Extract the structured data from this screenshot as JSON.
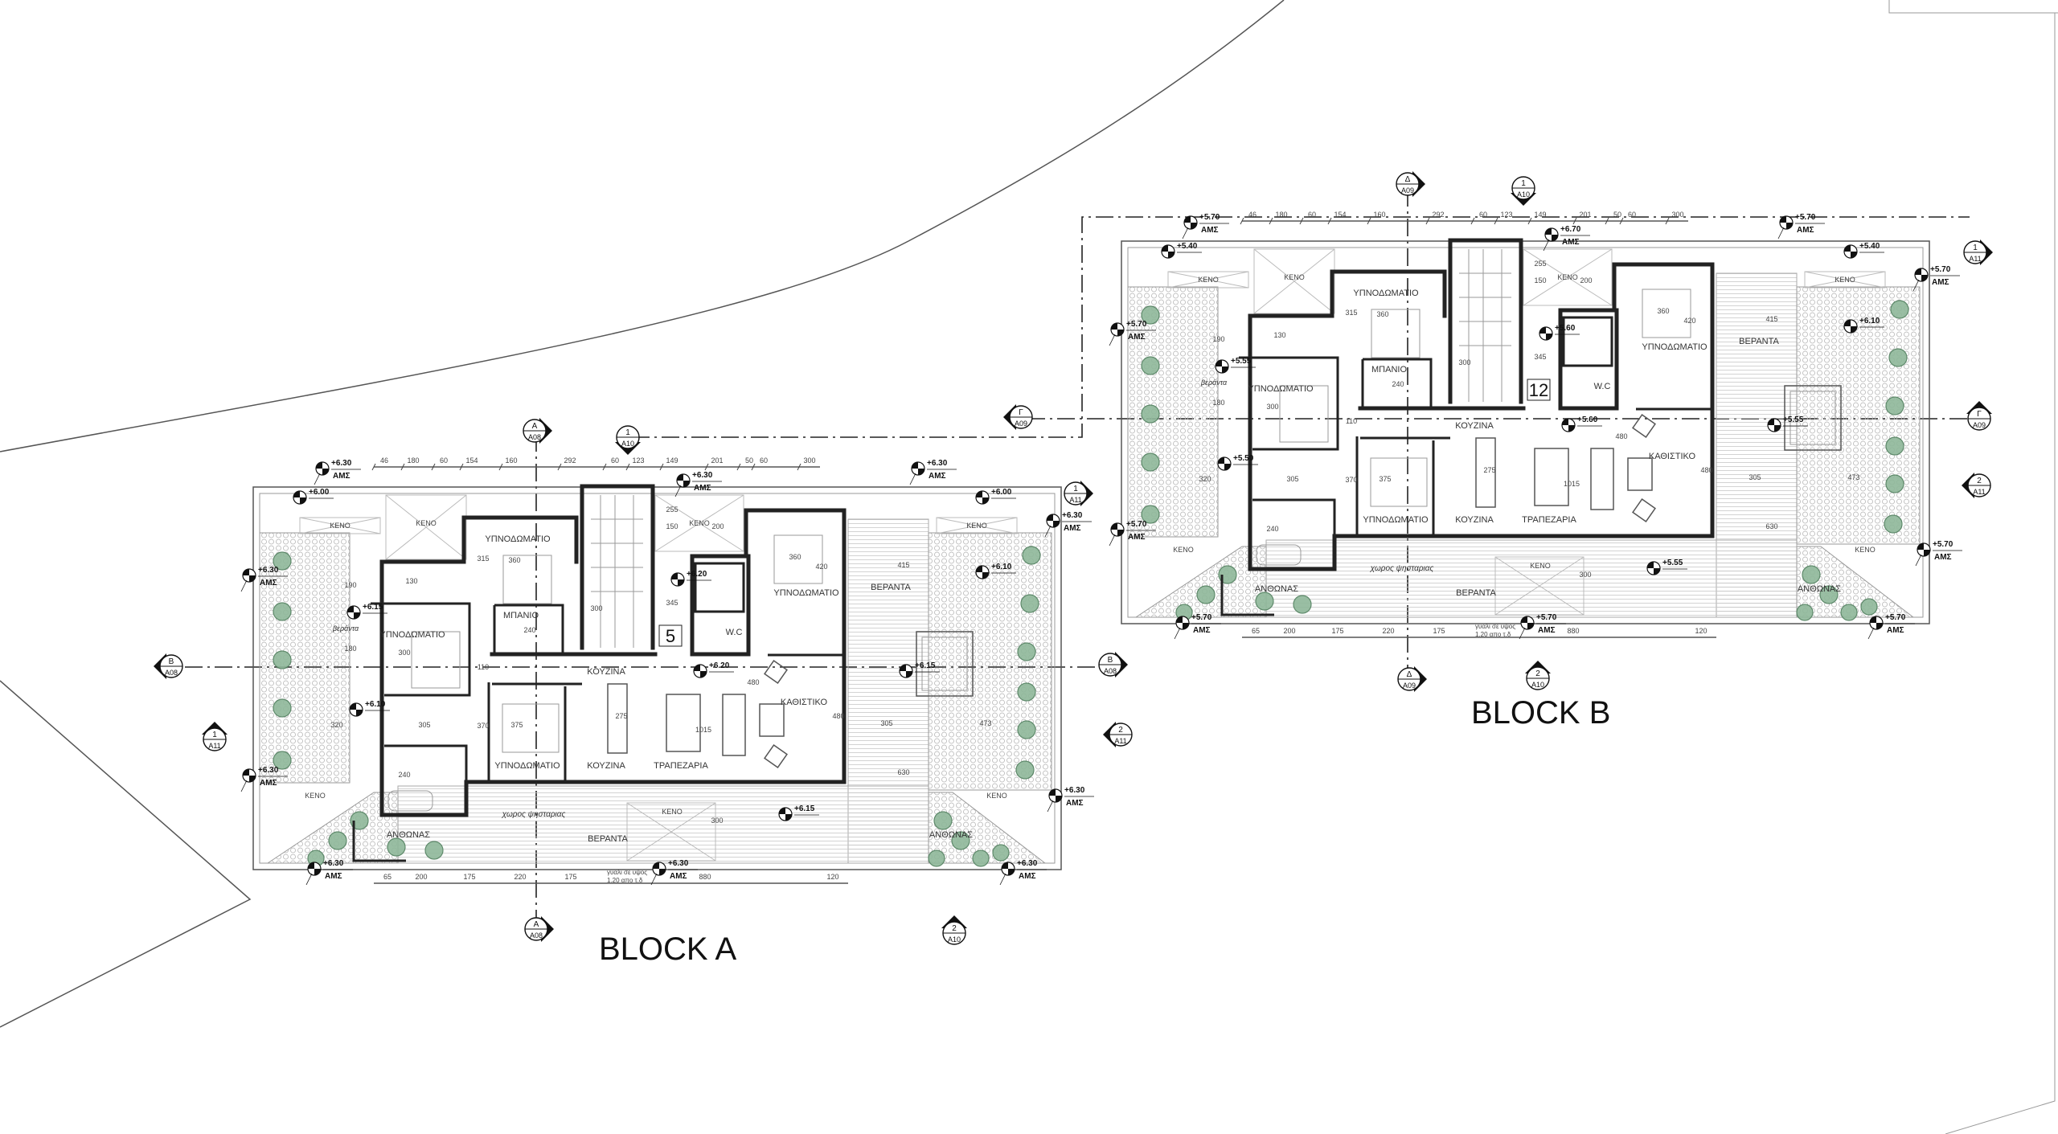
{
  "site": {
    "title": "Roof / upper floor plan - Blocks A and B"
  },
  "blocks": [
    {
      "title": "BLOCK A",
      "unit_number": "5",
      "rooms": {
        "bedroom_top": "ΥΠΝΟΔΩΜΑΤΙΟ",
        "bedroom_left": "ΥΠΝΟΔΩΜΑΤΙΟ",
        "bathroom": "ΜΠΑΝΙΟ",
        "bedroom_right": "ΥΠΝΟΔΩΜΑΤΙΟ",
        "kitchen_top": "ΚΟΥΖΙΝΑ",
        "living": "ΚΑΘΙΣΤΙΚΟ",
        "bedroom_bottom": "ΥΠΝΟΔΩΜΑΤΙΟ",
        "kitchen_bottom": "ΚΟΥΖΙΝΑ",
        "dining": "ΤΡΑΠΕΖΑΡΙΑ",
        "veranda_right": "ΒΕΡΑΝΤΑ",
        "veranda_bottom": "ΒΕΡΑΝΤΑ",
        "bbq": "χωρος ψησταριας",
        "garden_left": "ΑΝΘΩΝΑΣ",
        "garden_right": "ΑΝΘΩΝΑΣ",
        "wc": "W.C",
        "small_veranda": "βεράντα",
        "void_1": "ΚΕΝΟ",
        "void_2": "ΚΕΝΟ",
        "void_3": "ΚΕΝΟ",
        "void_4": "ΚΕΝΟ",
        "void_5": "ΚΕΝΟ",
        "void_6": "ΚΕΝΟ",
        "void_7": "ΚΕΝΟ"
      },
      "note": [
        "γυαλι σε υψος",
        "1.20 απο τ.δ"
      ],
      "dims_top": [
        "46",
        "180",
        "60",
        "154",
        "160",
        "292",
        "60",
        "123",
        "149",
        "201",
        "50",
        "60",
        "300"
      ],
      "dims_bottom": [
        "65",
        "200",
        "175",
        "220",
        "175",
        "880",
        "120"
      ],
      "room_dims": [
        "360",
        "315",
        "190",
        "130",
        "300",
        "180",
        "110",
        "305",
        "370",
        "375",
        "1015",
        "275",
        "480",
        "480",
        "305",
        "473",
        "630",
        "415",
        "360",
        "420",
        "345",
        "300",
        "240",
        "240",
        "300",
        "320",
        "150",
        "200",
        "255"
      ],
      "levels": [
        {
          "value": "+6.30",
          "ref": "ΑΜΣ"
        },
        {
          "value": "+6.30",
          "ref": "ΑΜΣ"
        },
        {
          "value": "+6.30",
          "ref": "ΑΜΣ"
        },
        {
          "value": "+6.00",
          "ref": ""
        },
        {
          "value": "+6.00",
          "ref": ""
        },
        {
          "value": "+6.30",
          "ref": "ΑΜΣ"
        },
        {
          "value": "+6.15",
          "ref": ""
        },
        {
          "value": "+6.20",
          "ref": ""
        },
        {
          "value": "+6.20",
          "ref": ""
        },
        {
          "value": "+6.10",
          "ref": ""
        },
        {
          "value": "+6.15",
          "ref": ""
        },
        {
          "value": "+6.10",
          "ref": ""
        },
        {
          "value": "+6.15",
          "ref": ""
        },
        {
          "value": "+6.30",
          "ref": "ΑΜΣ"
        },
        {
          "value": "+6.30",
          "ref": "ΑΜΣ"
        },
        {
          "value": "+6.30",
          "ref": "ΑΜΣ"
        },
        {
          "value": "+6.30",
          "ref": "ΑΜΣ"
        },
        {
          "value": "+6.30",
          "ref": "ΑΜΣ"
        },
        {
          "value": "+6.30",
          "ref": "ΑΜΣ"
        }
      ],
      "sections": [
        {
          "id": "A",
          "sheet": "A08"
        },
        {
          "id": "1",
          "sheet": "A10"
        },
        {
          "id": "1",
          "sheet": "A11"
        },
        {
          "id": "B",
          "sheet": "A08"
        },
        {
          "id": "2",
          "sheet": "A11"
        },
        {
          "id": "B",
          "sheet": "A08"
        },
        {
          "id": "1",
          "sheet": "A11"
        },
        {
          "id": "A",
          "sheet": "A08"
        },
        {
          "id": "2",
          "sheet": "A10"
        }
      ]
    },
    {
      "title": "BLOCK B",
      "unit_number": "12",
      "rooms": {
        "bedroom_top": "ΥΠΝΟΔΩΜΑΤΙΟ",
        "bedroom_left": "ΥΠΝΟΔΩΜΑΤΙΟ",
        "bathroom": "ΜΠΑΝΙΟ",
        "bedroom_right": "ΥΠΝΟΔΩΜΑΤΙΟ",
        "kitchen_top": "ΚΟΥΖΙΝΑ",
        "living": "ΚΑΘΙΣΤΙΚΟ",
        "bedroom_bottom": "ΥΠΝΟΔΩΜΑΤΙΟ",
        "kitchen_bottom": "ΚΟΥΖΙΝΑ",
        "dining": "ΤΡΑΠΕΖΑΡΙΑ",
        "veranda_right": "ΒΕΡΑΝΤΑ",
        "veranda_bottom": "ΒΕΡΑΝΤΑ",
        "bbq": "χωρος ψησταριας",
        "garden_left": "ΑΝΘΩΝΑΣ",
        "garden_right": "ΑΝΘΩΝΑΣ",
        "wc": "W.C",
        "small_veranda": "βεράντα",
        "void_1": "ΚΕΝΟ",
        "void_2": "ΚΕΝΟ",
        "void_3": "ΚΕΝΟ",
        "void_4": "ΚΕΝΟ",
        "void_5": "ΚΕΝΟ",
        "void_6": "ΚΕΝΟ",
        "void_7": "ΚΕΝΟ"
      },
      "note": [
        "γυαλι σε υψος",
        "1.20 απο τ.δ"
      ],
      "dims_top": [
        "46",
        "180",
        "60",
        "154",
        "160",
        "292",
        "60",
        "123",
        "149",
        "201",
        "50",
        "60",
        "300"
      ],
      "dims_bottom": [
        "65",
        "200",
        "175",
        "220",
        "175",
        "880",
        "120"
      ],
      "room_dims": [
        "360",
        "315",
        "190",
        "130",
        "300",
        "180",
        "110",
        "305",
        "370",
        "375",
        "1015",
        "275",
        "480",
        "480",
        "305",
        "473",
        "630",
        "415",
        "360",
        "420",
        "345",
        "300",
        "240",
        "240",
        "300",
        "320",
        "150",
        "200",
        "255"
      ],
      "levels": [
        {
          "value": "+5.70",
          "ref": "ΑΜΣ"
        },
        {
          "value": "+6.70",
          "ref": "ΑΜΣ"
        },
        {
          "value": "+5.70",
          "ref": "ΑΜΣ"
        },
        {
          "value": "+5.40",
          "ref": ""
        },
        {
          "value": "+5.40",
          "ref": ""
        },
        {
          "value": "+5.70",
          "ref": "ΑΜΣ"
        },
        {
          "value": "+5.55",
          "ref": ""
        },
        {
          "value": "+5.60",
          "ref": ""
        },
        {
          "value": "+5.60",
          "ref": ""
        },
        {
          "value": "+6.10",
          "ref": ""
        },
        {
          "value": "+5.55",
          "ref": ""
        },
        {
          "value": "+5.50",
          "ref": ""
        },
        {
          "value": "+5.55",
          "ref": ""
        },
        {
          "value": "+5.70",
          "ref": "ΑΜΣ"
        },
        {
          "value": "+5.70",
          "ref": "ΑΜΣ"
        },
        {
          "value": "+5.70",
          "ref": "ΑΜΣ"
        },
        {
          "value": "+5.70",
          "ref": "ΑΜΣ"
        },
        {
          "value": "+5.70",
          "ref": "ΑΜΣ"
        },
        {
          "value": "+5.70",
          "ref": "ΑΜΣ"
        }
      ],
      "sections": [
        {
          "id": "Δ",
          "sheet": "A09"
        },
        {
          "id": "1",
          "sheet": "A10"
        },
        {
          "id": "1",
          "sheet": "A11"
        },
        {
          "id": "Γ",
          "sheet": "A09"
        },
        {
          "id": "2",
          "sheet": "A11"
        },
        {
          "id": "Γ",
          "sheet": "A09"
        },
        {
          "id": "Δ",
          "sheet": "A09"
        },
        {
          "id": "2",
          "sheet": "A10"
        }
      ]
    }
  ]
}
